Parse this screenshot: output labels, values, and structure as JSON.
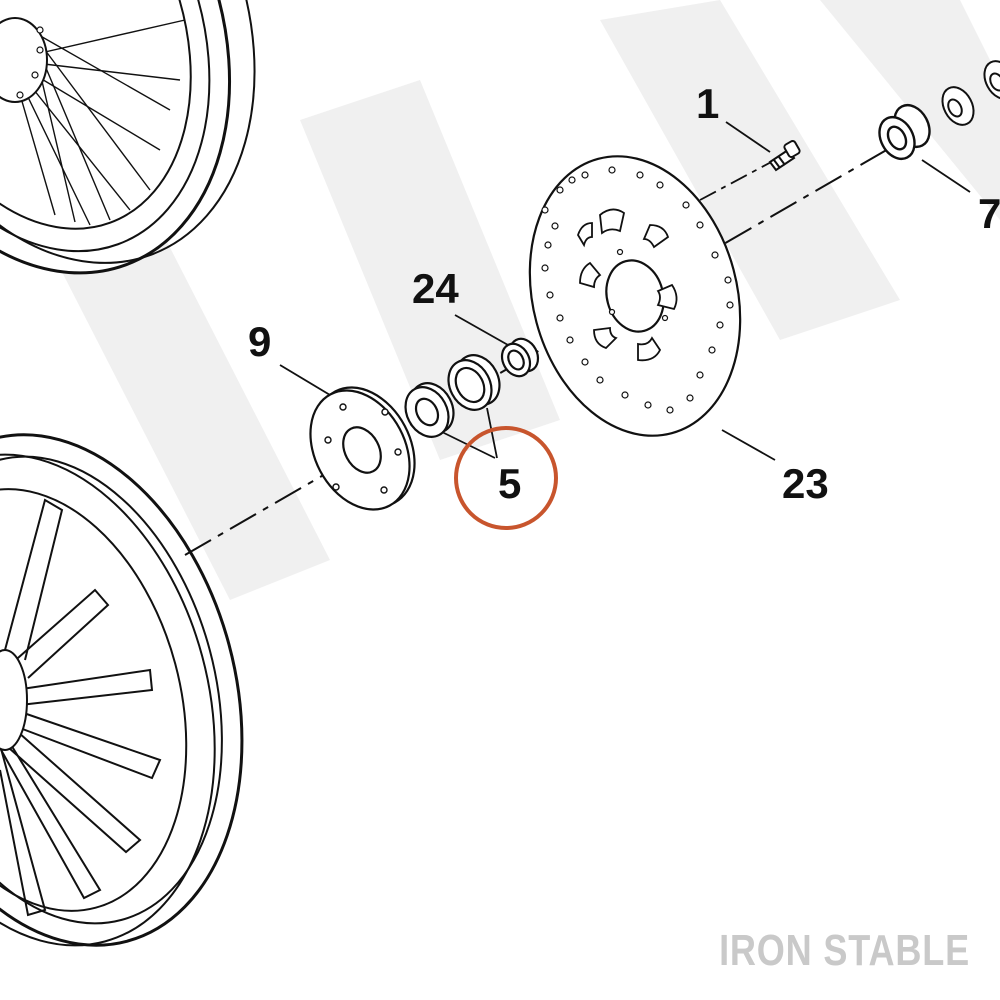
{
  "diagram": {
    "callouts": {
      "c1": "1",
      "c7": "7",
      "c24": "24",
      "c9": "9",
      "c5": "5",
      "c23": "23"
    },
    "watermark_text": "IRON STABLE",
    "highlight_color": "#c8552d",
    "line_color": "#111111"
  }
}
